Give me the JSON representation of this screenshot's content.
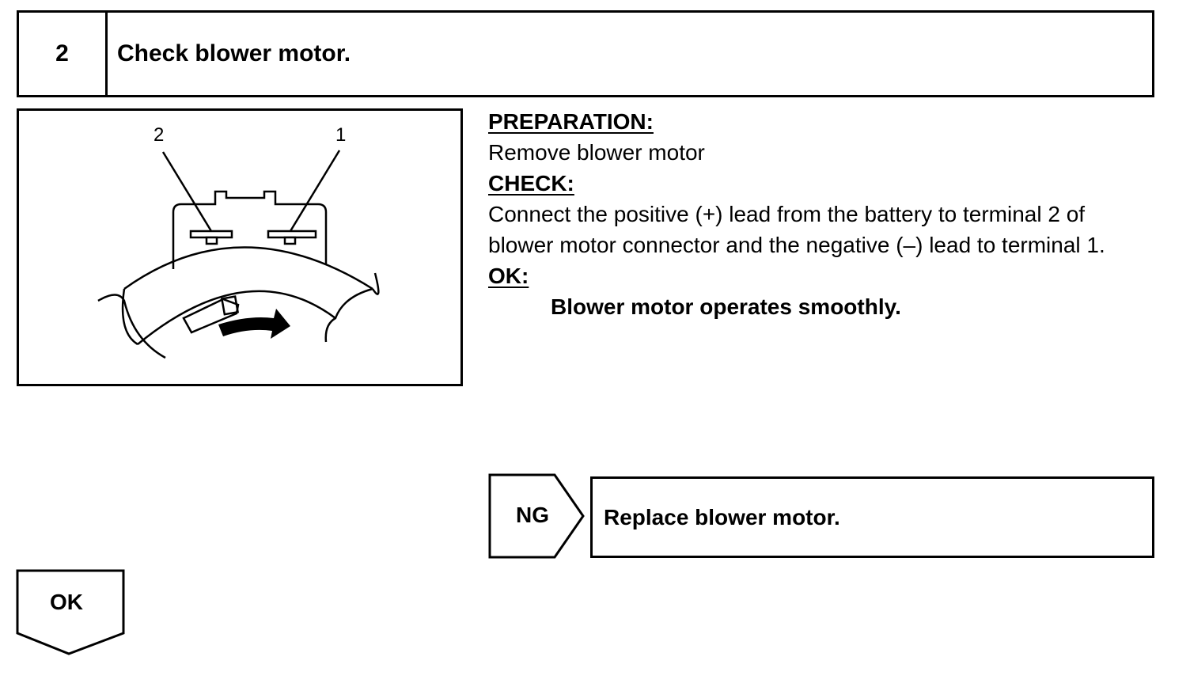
{
  "step": {
    "number": "2",
    "title": "Check blower motor."
  },
  "figure": {
    "callout_terminal_2": "2",
    "callout_terminal_1": "1"
  },
  "procedure": {
    "preparation_label": "PREPARATION:",
    "preparation_text": "Remove blower motor",
    "check_label": "CHECK:",
    "check_text_line1": "Connect the positive (+) lead from the battery to terminal 2 of",
    "check_text_line2": "blower motor connector and the negative (–) lead to terminal 1.",
    "ok_label": "OK:",
    "ok_text": "Blower motor operates smoothly."
  },
  "ng_branch": {
    "tag": "NG",
    "action": "Replace blower motor."
  },
  "ok_branch": {
    "tag": "OK"
  }
}
